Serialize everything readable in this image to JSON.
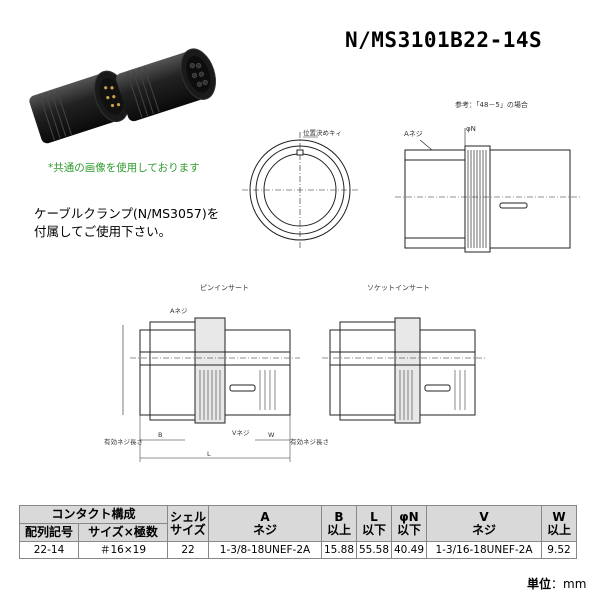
{
  "title": "N/MS3101B22-14S",
  "photo_note": "*共通の画像を使用しております",
  "clamp_note": [
    "ケーブルクランプ(N/MS3057)を",
    "付属してご使用下さい。"
  ],
  "drawing_labels": {
    "reference": "参考：「48－5」の場合",
    "key_position": "位置決めキィ",
    "a_thread": "Aネジ",
    "phi_n": "φN",
    "pin_insert": "ピンインサート",
    "socket_insert": "ソケットインサート",
    "effective_thread_length": "有効ネジ長さ",
    "v_thread": "Vネジ",
    "dim_B": "B",
    "dim_L": "L",
    "dim_W": "W"
  },
  "table": {
    "group_header": "コンタクト構成",
    "headers": {
      "code": "配列記号",
      "size_poles": "サイズ×極数",
      "shell": [
        "シェル",
        "サイズ"
      ],
      "A": [
        "A",
        "ネジ"
      ],
      "B": [
        "B",
        "以上"
      ],
      "L": [
        "L",
        "以下"
      ],
      "N": [
        "φN",
        "以下"
      ],
      "V": [
        "V",
        "ネジ"
      ],
      "W": [
        "W",
        "以上"
      ]
    },
    "row": {
      "code": "22-14",
      "size_poles": "＃16×19",
      "shell": "22",
      "A": "1-3/8-18UNEF-2A",
      "B": "15.88",
      "L": "55.58",
      "N": "40.49",
      "V": "1-3/16-18UNEF-2A",
      "W": "9.52"
    }
  },
  "unit": {
    "label": "単位",
    "value": "：mm"
  }
}
